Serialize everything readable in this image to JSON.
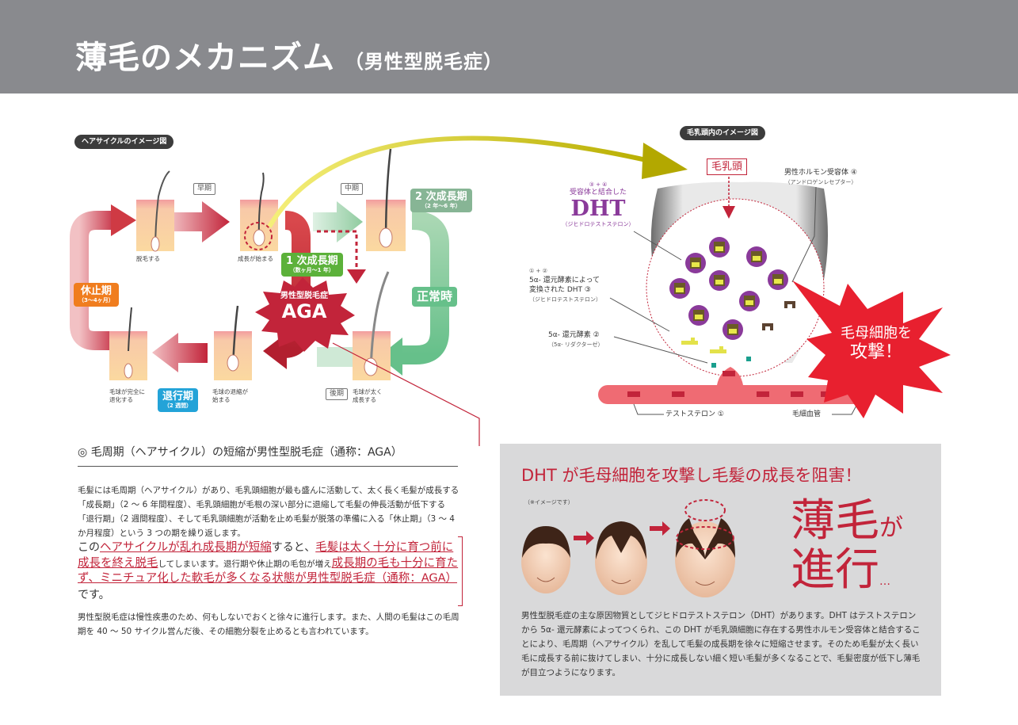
{
  "header": {
    "title": "薄毛のメカニズム",
    "subtitle": "（男性型脱毛症）"
  },
  "left_diagram": {
    "label": "ヘアサイクルのイメージ図",
    "phases": {
      "early": "早期",
      "middle": "中期",
      "late": "後期"
    },
    "hair_labels": {
      "shedding": "脱毛する",
      "growth_start": "成長が始まる",
      "bulb_regressed_1": "毛球が完全に",
      "bulb_regressed_2": "退化する",
      "bulb_regress_1": "毛球の退縮が",
      "bulb_regress_2": "始まる",
      "thick_grow_1": "毛球が太く",
      "thick_grow_2": "成長する"
    },
    "stages": {
      "rest": {
        "name": "休止期",
        "period": "（3〜4ヶ月）",
        "color": "#f07d1e"
      },
      "regress": {
        "name": "退行期",
        "period": "（2 週間）",
        "color": "#23a3d8"
      },
      "growth1": {
        "name": "1 次成長期",
        "period": "（数ヶ月〜1 年）",
        "color": "#5cb13a"
      },
      "growth2": {
        "name": "2 次成長期",
        "period": "（2 年〜6 年）",
        "color": "#87b595"
      },
      "normal": "正常時"
    },
    "aga": {
      "line1": "男性型脱毛症",
      "line2": "AGA"
    }
  },
  "right_diagram": {
    "label": "毛乳頭内のイメージ図",
    "papilla": "毛乳頭",
    "receptor_1": "男性ホルモン受容体 ④",
    "receptor_2": "（アンドロゲンレセプター）",
    "dht_steps": "③ + ④",
    "dht_bound": "受容体と結合した",
    "dht": "DHT",
    "dht_sub": "（ジヒドロテストステロン）",
    "conv_steps": "① + ②",
    "conv_1": "5α- 還元酵素によって",
    "conv_2": "変換された DHT ③",
    "conv_3": "（ジヒドロテストステロン）",
    "enzyme_1": "5α- 還元酵素 ②",
    "enzyme_2": "（5α- リダクターゼ）",
    "testosterone": "テストステロン ①",
    "capillary": "毛細血管",
    "attack_1": "毛母細胞を",
    "attack_2": "攻撃！"
  },
  "section": {
    "heading": "◎ 毛周期（ヘアサイクル）の短縮が男性型脱毛症（通称：AGA）",
    "p1": "毛髪には毛周期（ヘアサイクル）があり、毛乳頭細胞が最も盛んに活動して、太く長く毛髪が成長する「成長期」（2 〜 6 年間程度）、毛乳頭細胞が毛根の深い部分に退縮して毛髪の伸長活動が低下する「退行期」（2 週間程度）、そして毛乳頭細胞が活動を止め毛髪が脱落の準備に入る「休止期」（3 〜 4 か月程度）という 3 つの期を繰り返します。",
    "p2_a": "この",
    "p2_u1": "ヘアサイクルが乱れ成長期が短縮",
    "p2_b": "すると、",
    "p2_u2": "毛髪は太く十分に育つ前に成長を終え脱毛",
    "p2_c": "してしまいます。退行期や休止期の毛包が増え",
    "p2_u3": "成長期の毛も十分に育たず、ミニチュア化した軟毛が多くなる状態が男性型脱毛症（通称：AGA）",
    "p2_d": "です。",
    "p3": "男性型脱毛症は慢性疾患のため、何もしないでおくと徐々に進行します。また、人間の毛髪はこの毛周期を 40 〜 50 サイクル営んだ後、その細胞分裂を止めるとも言われています。"
  },
  "dht_box": {
    "title": "DHT が毛母細胞を攻撃し毛髪の成長を阻害！",
    "note": "（※イメージです）",
    "big_1": "薄毛",
    "big_ga": "が",
    "big_2": "進行",
    "big_dots": "…",
    "text": "男性型脱毛症の主な原因物質としてジヒドロテストステロン（DHT）があります。DHT はテストステロンから 5α- 還元酵素によってつくられ、この DHT が毛乳頭細胞に存在する男性ホルモン受容体と結合することにより、毛周期（ヘアサイクル）を乱して毛髪の成長期を徐々に短縮させます。そのため毛髪が太く長い毛に成長する前に抜けてしまい、十分に成長しない細く短い毛髪が多くなることで、毛髪密度が低下し薄毛が目立つようになります。"
  },
  "colors": {
    "red": "#c2243a",
    "header_gray": "#898a8e",
    "box_gray": "#d9d9da"
  }
}
